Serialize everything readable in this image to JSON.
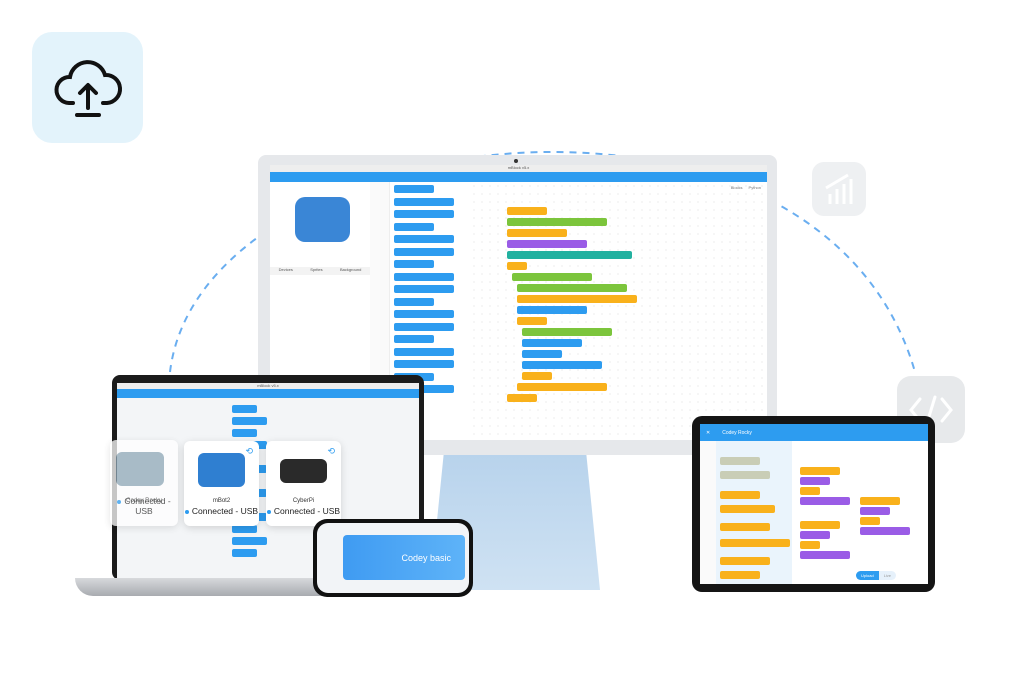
{
  "icons": {
    "upload": "cloud-upload-icon",
    "chart": "bar-chart-icon",
    "code": "code-brackets-icon"
  },
  "colors": {
    "accent": "#2d9cf0",
    "arc": "#6aaef0",
    "tile_bg": "#e3f3fb",
    "event": "#f9b11b",
    "looks": "#9a5ce6",
    "sensing": "#22b1a0",
    "wifi": "#7cc53c"
  },
  "desktop": {
    "window_title": "mBlock v5.x",
    "tabs": [
      "Devices",
      "Sprites",
      "Background"
    ],
    "mode_tabs": [
      "Blocks",
      "Python"
    ]
  },
  "laptop": {
    "window_title": "mBlock v5.x"
  },
  "devices": [
    {
      "name": "Codey Rocky",
      "status": "Connected - USB"
    },
    {
      "name": "mBot2",
      "status": "Connected - USB"
    },
    {
      "name": "CyberPi",
      "status": "Connected - USB"
    }
  ],
  "phone": {
    "banner": "Codey basic"
  },
  "tablet": {
    "title": "Codey Rocky",
    "upload": "Upload",
    "live": "Live"
  }
}
